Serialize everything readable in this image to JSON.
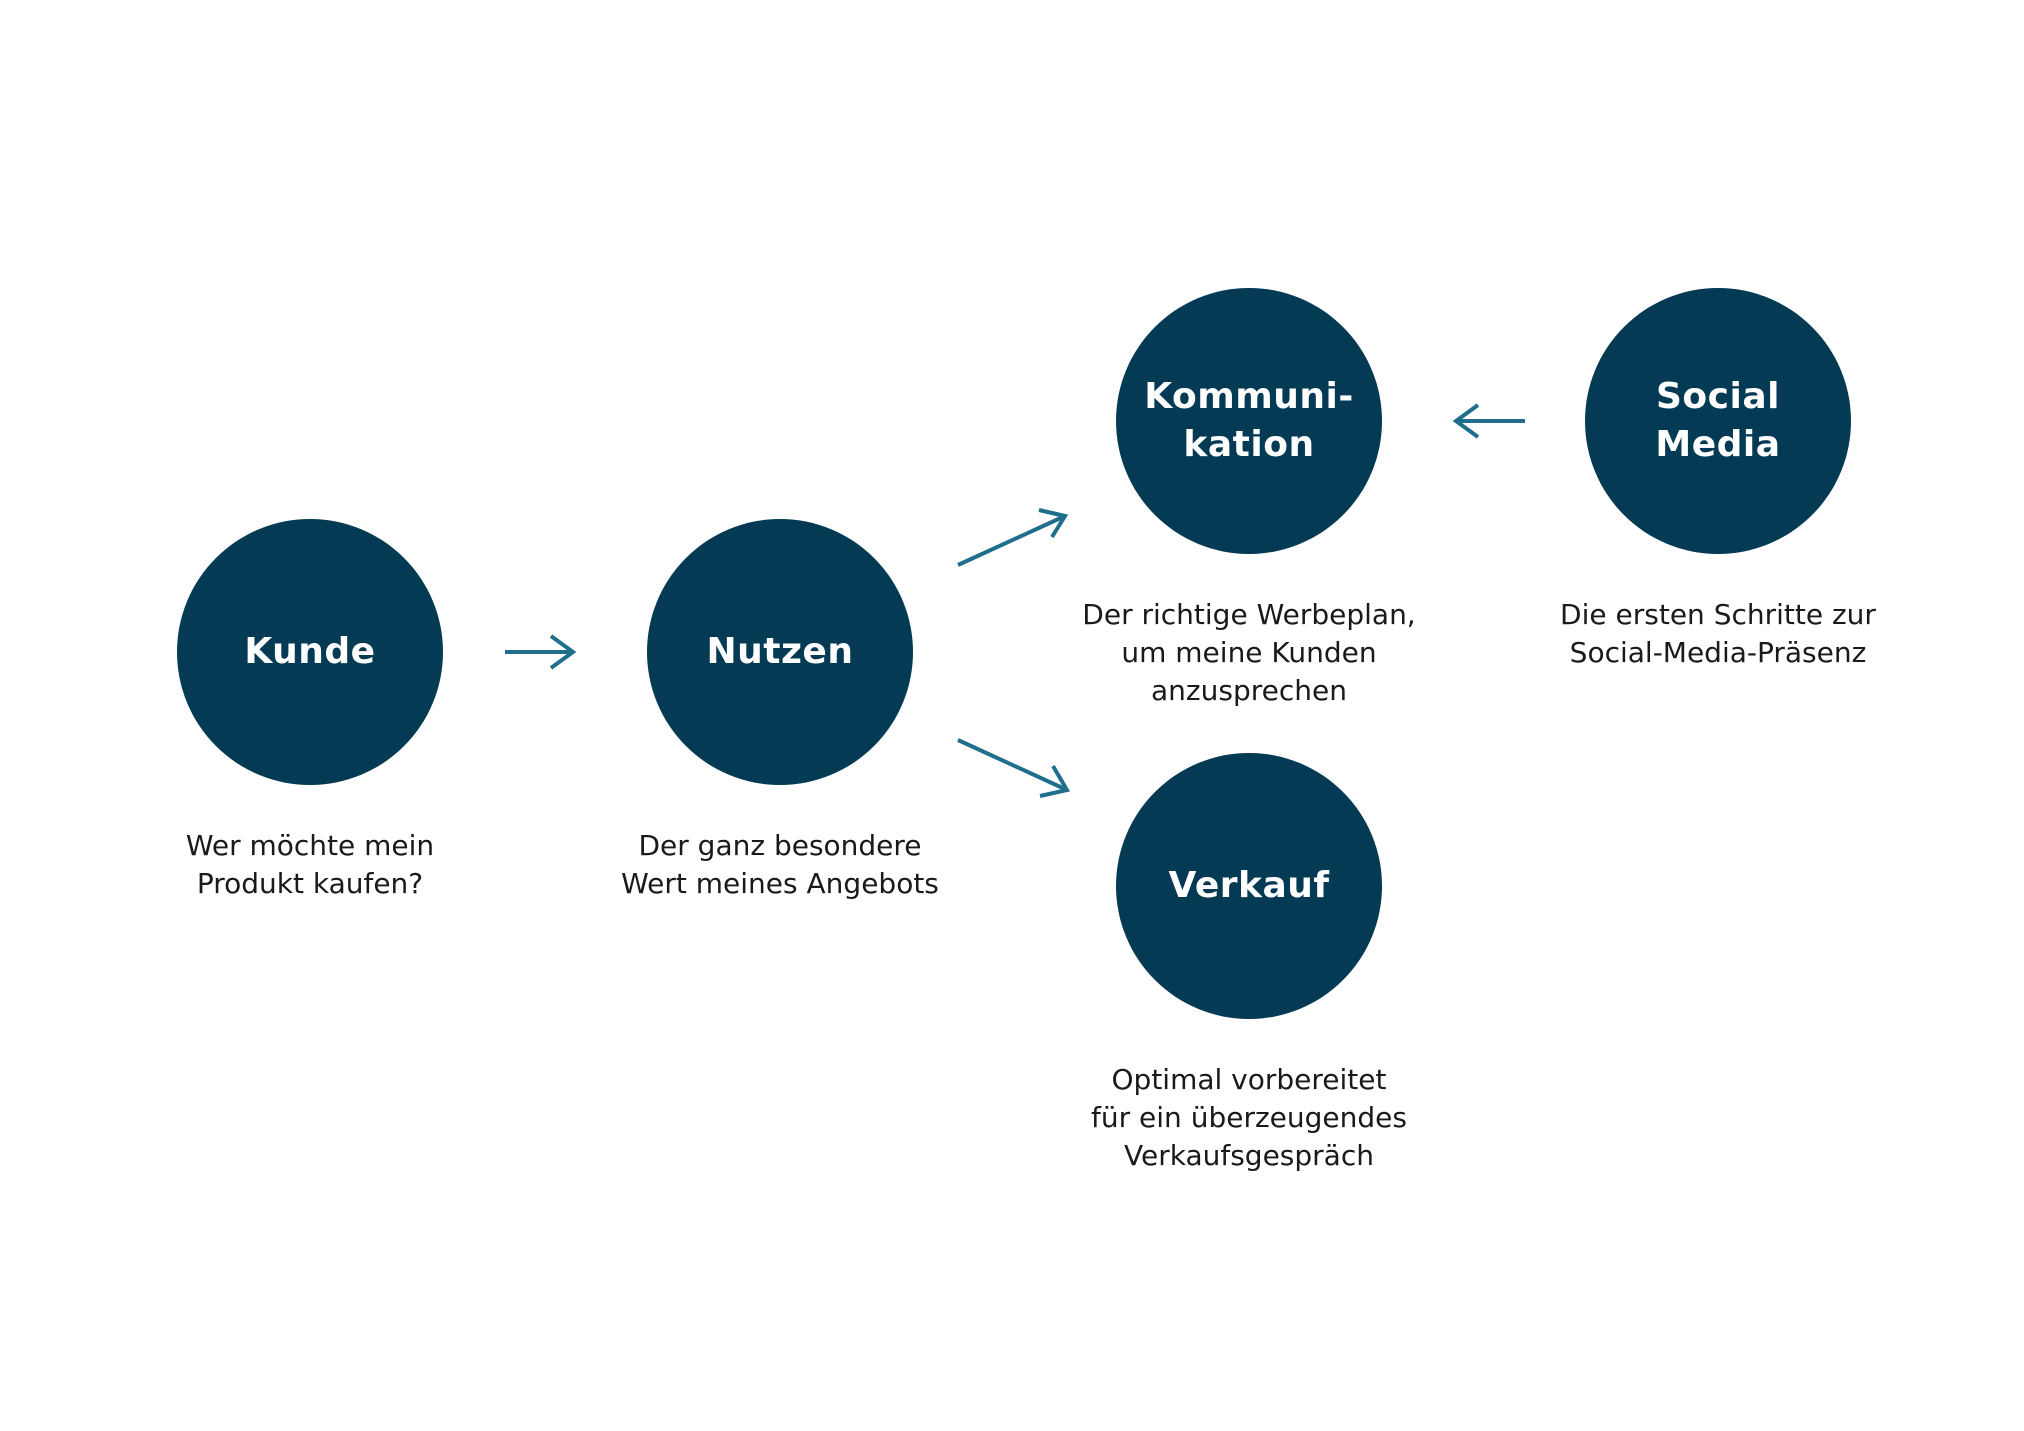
{
  "colors": {
    "node_fill": "#053a55",
    "arrow": "#1f6e8c",
    "caption_text": "#1a1a1a",
    "background": "#ffffff"
  },
  "nodes": {
    "kunde": {
      "title": "Kunde",
      "caption": "Wer möchte mein\nProdukt kaufen?"
    },
    "nutzen": {
      "title": "Nutzen",
      "caption": "Der ganz besondere\nWert meines Angebots"
    },
    "kommunikation": {
      "title": "Kommuni-\nkation",
      "caption": "Der richtige Werbeplan,\num meine Kunden\nanzusprechen"
    },
    "social_media": {
      "title": "Social\nMedia",
      "caption": "Die ersten Schritte zur\nSocial-Media-Präsenz"
    },
    "verkauf": {
      "title": "Verkauf",
      "caption": "Optimal vorbereitet\nfür ein überzeugendes\nVerkaufsgespräch"
    }
  }
}
